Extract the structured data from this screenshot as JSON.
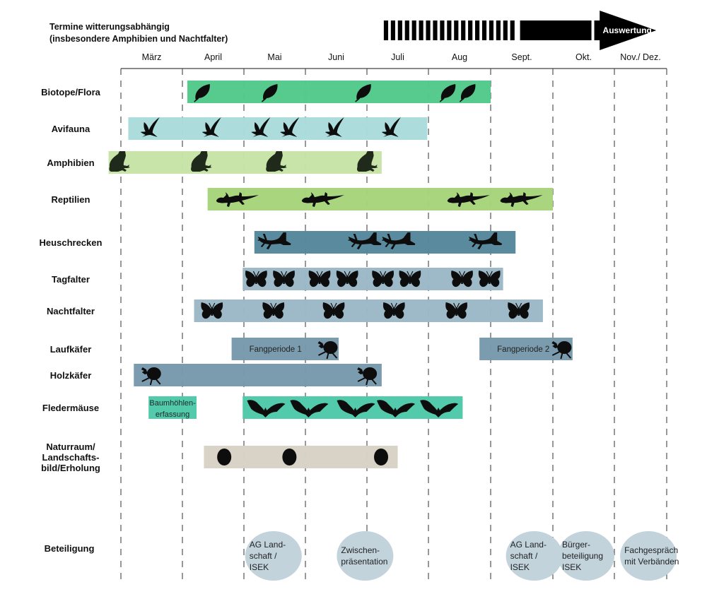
{
  "header": {
    "note_line1": "Termine witterungsabhängig",
    "note_line2": "(insbesondere Amphibien und Nachtfalter)",
    "arrow_label": "Auswertung"
  },
  "chart_data": {
    "type": "gantt",
    "title": "",
    "months": [
      "März",
      "April",
      "Mai",
      "Juni",
      "Juli",
      "Aug",
      "Sept.",
      "Okt.",
      "Nov./ Dez."
    ],
    "time_unit": "months from start of März (0 = 1 March, 9 = end of Nov./Dez. column)",
    "colors": {
      "flora": "#52c98a",
      "avifauna": "#a9dcdb",
      "amphibien": "#c7e3a6",
      "reptilien": "#a6d47a",
      "heuschrecken": "#55869b",
      "falter": "#9bb8c6",
      "kaefer": "#7799ab",
      "fledermaus": "#4dc8a8",
      "naturraum": "#d7d1c5",
      "beteiligung": "#c2d3dc",
      "icon": "#0d0d0d"
    },
    "rows": [
      {
        "name": "Biotope/Flora",
        "icon": "leaf-icon",
        "bars": [
          {
            "start": 1.08,
            "end": 6.0,
            "color": "flora",
            "label": ""
          }
        ],
        "icons_at": [
          1.33,
          2.43,
          3.95,
          5.32,
          5.64
        ]
      },
      {
        "name": "Avifauna",
        "icon": "bird-icon",
        "bars": [
          {
            "start": 0.12,
            "end": 4.98,
            "color": "avifauna",
            "label": ""
          }
        ],
        "icons_at": [
          0.48,
          1.48,
          2.28,
          2.75,
          3.48,
          4.4
        ]
      },
      {
        "name": "Amphibien",
        "icon": "frog-icon",
        "bars": [
          {
            "start": -0.2,
            "end": 4.24,
            "color": "amphibien",
            "label": ""
          }
        ],
        "icons_at": [
          0.0,
          1.33,
          2.55,
          4.03
        ]
      },
      {
        "name": "Reptilien",
        "icon": "lizard-icon",
        "bars": [
          {
            "start": 1.41,
            "end": 7.0,
            "color": "reptilien",
            "label": ""
          }
        ],
        "icons_at": [
          1.85,
          3.24,
          5.6,
          6.45
        ]
      },
      {
        "name": "Heuschrecken",
        "icon": "grasshopper-icon",
        "bars": [
          {
            "start": 2.17,
            "end": 6.4,
            "color": "heuschrecken",
            "label": ""
          }
        ],
        "icons_at": [
          2.48,
          3.95,
          4.5,
          5.9
        ]
      },
      {
        "name": "Tagfalter",
        "icon": "butterfly-icon",
        "bars": [
          {
            "start": 1.98,
            "end": 6.2,
            "color": "falter",
            "label": ""
          }
        ],
        "icons_at": [
          2.2,
          2.65,
          3.23,
          3.68,
          4.26,
          4.7,
          5.54,
          5.98
        ]
      },
      {
        "name": "Nachtfalter",
        "icon": "butterfly-icon",
        "bars": [
          {
            "start": 1.19,
            "end": 6.84,
            "color": "falter",
            "label": ""
          }
        ],
        "icons_at": [
          1.48,
          2.48,
          3.46,
          4.44,
          5.45,
          6.45
        ]
      },
      {
        "name": "Laufkäfer",
        "icon": "beetle-icon",
        "bars": [
          {
            "start": 1.8,
            "end": 3.54,
            "color": "kaefer",
            "label": "Fangperiode 1"
          },
          {
            "start": 5.82,
            "end": 7.32,
            "color": "kaefer",
            "label": "Fangperiode 2"
          }
        ],
        "icons_at": [
          3.35,
          7.13
        ]
      },
      {
        "name": "Holzkäfer",
        "icon": "beetle-icon",
        "bars": [
          {
            "start": 0.21,
            "end": 4.24,
            "color": "kaefer",
            "label": ""
          }
        ],
        "icons_at": [
          0.48,
          3.99
        ]
      },
      {
        "name": "Fledermäuse",
        "icon": "bat-icon",
        "bars": [
          {
            "start": 0.45,
            "end": 1.23,
            "color": "fledermaus",
            "label": "Baumhöhlen-|erfassung"
          },
          {
            "start": 1.98,
            "end": 5.55,
            "color": "fledermaus",
            "label": ""
          }
        ],
        "icons_at": [
          2.35,
          3.05,
          3.81,
          4.46,
          5.16
        ]
      },
      {
        "name": "Naturraum/|Landschafts-|bild/Erholung",
        "icon": "dot-icon",
        "bars": [
          {
            "start": 1.35,
            "end": 4.5,
            "color": "naturraum",
            "label": ""
          }
        ],
        "icons_at": [
          1.68,
          2.74,
          4.23
        ]
      }
    ],
    "beteiligung": {
      "label": "Beteiligung",
      "events": [
        {
          "at": 2.48,
          "text": "AG Land-|schaft /|ISEK"
        },
        {
          "at": 3.97,
          "text": "Zwischen-|präsentation"
        },
        {
          "at": 6.7,
          "text": "AG Land-|schaft /|ISEK"
        },
        {
          "at": 7.54,
          "text": "Bürger-|beteiligung|ISEK"
        },
        {
          "at": 8.65,
          "text": "Fachgespräch|mit Verbänden"
        }
      ]
    },
    "timeline_arrow": {
      "dashed_from": 4.24,
      "dashed_to": 6.45,
      "solid_from": 6.45,
      "solid_to": 7.65,
      "evaluation_from": 7.65,
      "evaluation_to": 8.8,
      "label": "Auswertung"
    }
  }
}
